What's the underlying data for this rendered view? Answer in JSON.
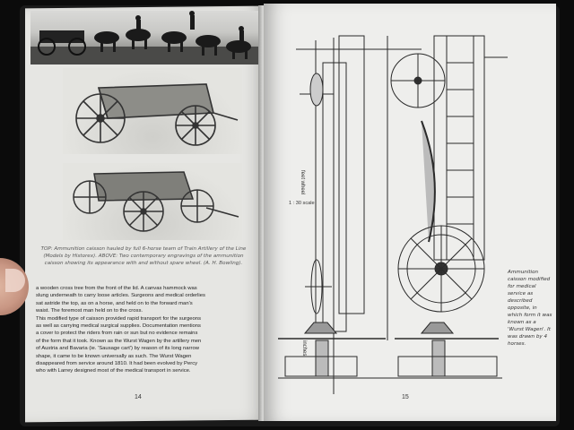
{
  "left_page": {
    "caption": "TOP: Ammunition caisson hauled by full 6-horse team of Train Artillery of the Line (Models by Historex). ABOVE: Two contemporary engravings of the ammunition caisson showing its appearance with and without spare wheel. (A. H. Bowling).",
    "body_lines": [
      "a wooden cross tree from the front of the lid. A canvas hammock was",
      "slung underneath to carry loose articles. Surgeons and medical orderlies",
      "sat astride the top, as on a horse, and held on to the forward man's",
      "waist. The foremost man held on to the cross.",
      "This modified type of caisson provided rapid transport for the surgeons",
      "as well as carrying medical surgical supplies. Documentation mentions",
      "a cover to protect the riders from rain or sun but no evidence remains",
      "of the form that it took. Known as the Wurst Wagen by the artillery men",
      "of Austria and Bavaria (ie. 'Sausage cart') by reason of its long narrow",
      "shape, it came to be known universally as such. The Wurst Wagen",
      "disappeared from service around 1810. It had been evolved by Percy",
      "who with Larrey designed most of the medical transport in service."
    ],
    "page_number": "14"
  },
  "right_page": {
    "scale_label": "1 : 30 scale",
    "rotated_label_1": "feet  wheel",
    "rotated_label_2": "inches",
    "side_caption": "Ammunition caisson modified for medical service as described opposite, in which form it was known as a 'Wurst Wagen'. It was drawn by 4 horses.",
    "page_number": "15"
  },
  "colors": {
    "background": "#0b0b0b",
    "paper_left": "#e6e6e3",
    "paper_right": "#eeeeec",
    "ink": "#222222",
    "skin": "#c99784"
  }
}
